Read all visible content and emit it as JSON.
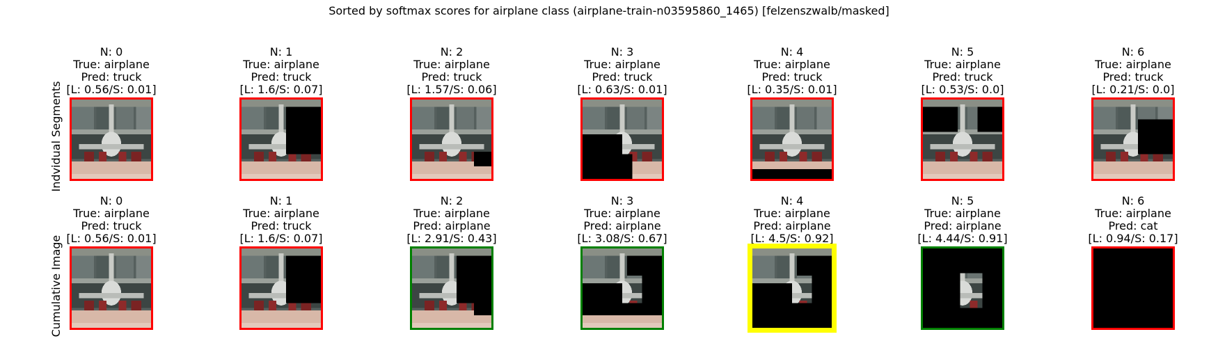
{
  "title": "Sorted by softmax scores for airplane class (airplane-train-n03595860_1465) [felzenszwalb/masked]",
  "row_labels": [
    "Indvidual Segments",
    "Cumulative Image"
  ],
  "colors": {
    "red": "#ff0000",
    "green": "#008000",
    "yellow": "#ffff00"
  },
  "rows": [
    {
      "panels": [
        {
          "n": "N: 0",
          "true": "True: airplane",
          "pred": "Pred: truck",
          "scores": "[L: 0.56/S: 0.01]",
          "border": "red",
          "mask": "none"
        },
        {
          "n": "N: 1",
          "true": "True: airplane",
          "pred": "Pred: truck",
          "scores": "[L: 1.6/S: 0.07]",
          "border": "red",
          "mask": "right-top"
        },
        {
          "n": "N: 2",
          "true": "True: airplane",
          "pred": "Pred: truck",
          "scores": "[L: 1.57/S: 0.06]",
          "border": "red",
          "mask": "right-bottom"
        },
        {
          "n": "N: 3",
          "true": "True: airplane",
          "pred": "Pred: truck",
          "scores": "[L: 0.63/S: 0.01]",
          "border": "red",
          "mask": "left-large"
        },
        {
          "n": "N: 4",
          "true": "True: airplane",
          "pred": "Pred: truck",
          "scores": "[L: 0.35/S: 0.01]",
          "border": "red",
          "mask": "bottom-strip"
        },
        {
          "n": "N: 5",
          "true": "True: airplane",
          "pred": "Pred: truck",
          "scores": "[L: 0.53/S: 0.0]",
          "border": "red",
          "mask": "top-left"
        },
        {
          "n": "N: 6",
          "true": "True: airplane",
          "pred": "Pred: truck",
          "scores": "[L: 0.21/S: 0.0]",
          "border": "red",
          "mask": "center-right"
        }
      ]
    },
    {
      "panels": [
        {
          "n": "N: 0",
          "true": "True: airplane",
          "pred": "Pred: truck",
          "scores": "[L: 0.56/S: 0.01]",
          "border": "red",
          "mask": "none"
        },
        {
          "n": "N: 1",
          "true": "True: airplane",
          "pred": "Pred: truck",
          "scores": "[L: 1.6/S: 0.07]",
          "border": "red",
          "mask": "right-top"
        },
        {
          "n": "N: 2",
          "true": "True: airplane",
          "pred": "Pred: airplane",
          "scores": "[L: 2.91/S: 0.43]",
          "border": "green",
          "mask": "cum-2"
        },
        {
          "n": "N: 3",
          "true": "True: airplane",
          "pred": "Pred: airplane",
          "scores": "[L: 3.08/S: 0.67]",
          "border": "green",
          "mask": "cum-3"
        },
        {
          "n": "N: 4",
          "true": "True: airplane",
          "pred": "Pred: airplane",
          "scores": "[L: 4.5/S: 0.92]",
          "border": "yellow",
          "mask": "cum-4"
        },
        {
          "n": "N: 5",
          "true": "True: airplane",
          "pred": "Pred: airplane",
          "scores": "[L: 4.44/S: 0.91]",
          "border": "green",
          "mask": "cum-5"
        },
        {
          "n": "N: 6",
          "true": "True: airplane",
          "pred": "Pred: cat",
          "scores": "[L: 0.94/S: 0.17]",
          "border": "red",
          "mask": "all"
        }
      ]
    }
  ]
}
